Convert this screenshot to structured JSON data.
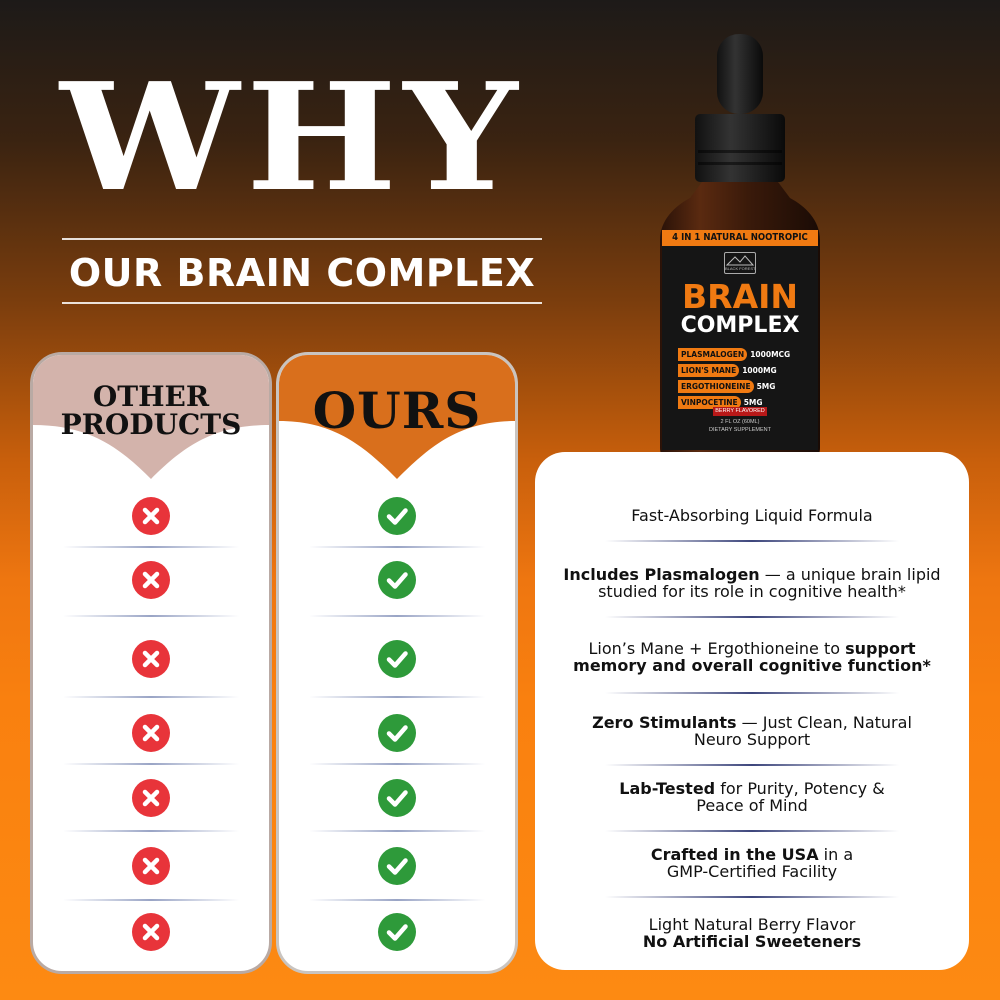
{
  "headline": {
    "why": "WHY",
    "subtitle": "OUR BRAIN COMPLEX"
  },
  "comparison": {
    "other_heading_line1": "OTHER",
    "other_heading_line2": "PRODUCTS",
    "ours_heading": "OURS",
    "other_marks": [
      "x-icon",
      "x-icon",
      "x-icon",
      "x-icon",
      "x-icon",
      "x-icon",
      "x-icon"
    ],
    "ours_marks": [
      "check-icon",
      "check-icon",
      "check-icon",
      "check-icon",
      "check-icon",
      "check-icon",
      "check-icon"
    ]
  },
  "bottle": {
    "banner": "4 IN 1 NATURAL NOOTROPIC",
    "brand_mark": "BLACK FOREST",
    "title_line1": "BRAIN",
    "title_line2": "COMPLEX",
    "ingredients": [
      {
        "name": "PLASMALOGEN",
        "dose": "1000MCG"
      },
      {
        "name": "LION'S MANE",
        "dose": "1000MG"
      },
      {
        "name": "ERGOTHIONEINE",
        "dose": "5MG"
      },
      {
        "name": "VINPOCETINE",
        "dose": "5MG"
      }
    ],
    "flavor": "BERRY FLAVORED",
    "volume": "2 FL OZ (60ML)",
    "type": "DIETARY SUPPLEMENT"
  },
  "features": {
    "f1": "Fast-Absorbing Liquid Formula",
    "f2_bold": "Includes Plasmalogen",
    "f2_rest": " — a unique brain lipid",
    "f2_line2": "studied for its role in cognitive health*",
    "f3_lead": "Lion’s Mane + Ergothioneine to ",
    "f3_bold": "support",
    "f3_line2": "memory and overall cognitive function*",
    "f4_bold": "Zero Stimulants",
    "f4_rest": " — Just Clean, Natural",
    "f4_line2": "Neuro Support",
    "f5_bold": "Lab-Tested",
    "f5_rest": " for Purity, Potency &",
    "f5_line2": "Peace of Mind",
    "f6_bold": "Crafted in the USA",
    "f6_rest": " in a",
    "f6_line2": "GMP-Certified Facility",
    "f7_line1": "Light Natural Berry Flavor",
    "f7_line2": "No Artificial Sweeteners"
  },
  "colors": {
    "accent_orange": "#f07a12",
    "other_header": "#d3b3ab",
    "ours_header": "#d96f1c",
    "x_red": "#e8343a",
    "check_green": "#2e9a3a"
  }
}
